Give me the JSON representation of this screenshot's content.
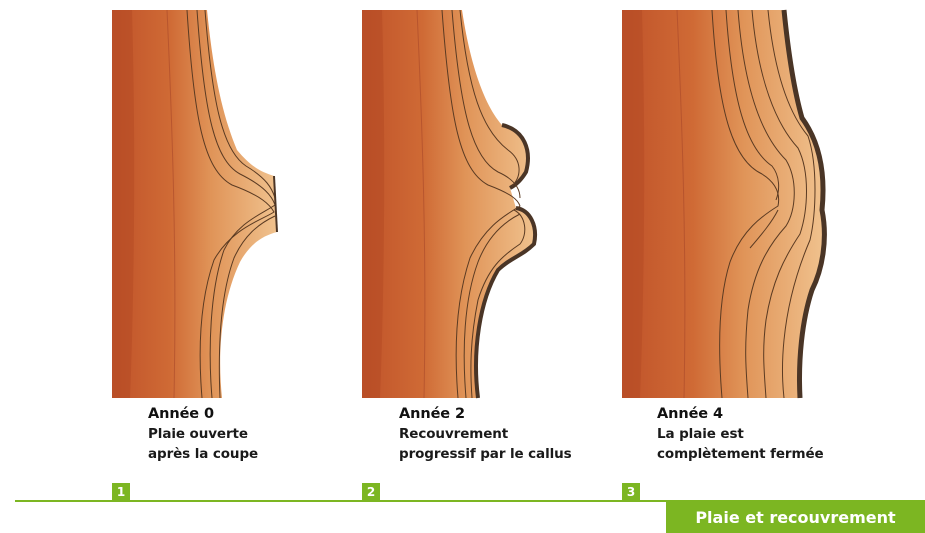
{
  "panels": [
    {
      "number": "1",
      "year": "Année 0",
      "desc_line1": "Plaie ouverte",
      "desc_line2": "après la coupe"
    },
    {
      "number": "2",
      "year": "Année 2",
      "desc_line1": "Recouvrement",
      "desc_line2": "progressif par le callus"
    },
    {
      "number": "3",
      "year": "Année 4",
      "desc_line1": "La plaie est",
      "desc_line2": "complètement fermée"
    }
  ],
  "title": "Plaie et recouvrement",
  "colors": {
    "accent": "#7cb622",
    "heartwood": "#c55a2b",
    "sapwood": "#e8a868",
    "bark": "#4a3526",
    "ring_line": "#5a3a22"
  }
}
